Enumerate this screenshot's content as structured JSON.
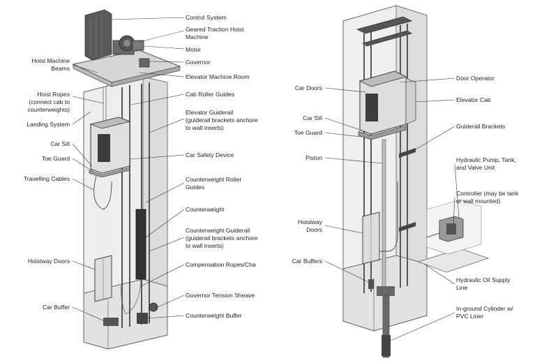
{
  "traction": {
    "labels": {
      "control_system": "Control System",
      "geared_hoist_1": "Geared Traction Hoist",
      "geared_hoist_2": "Machine",
      "motor": "Motor",
      "governor": "Governor",
      "machine_room": "Elevator Machine Room",
      "cab_roller_guides": "Cab Roller Guides",
      "guiderail_1": "Elevator Guiderail",
      "guiderail_2": "(guiderail brackets anchore",
      "guiderail_3": "to wall inserts)",
      "car_safety": "Car Safety Device",
      "cw_roller_1": "Counterweight Roller",
      "cw_roller_2": "Guides",
      "counterweight": "Counterweight",
      "cw_guiderail_1": "Counterweight Guiderail",
      "cw_guiderail_2": "(guiderail brackets anchore",
      "cw_guiderail_3": "to wall inserts)",
      "compensation": "Compensation Ropes/Cha",
      "gov_tension": "Governor Tension Sheave",
      "cw_buffer": "Counterweight Buffer",
      "hoist_beams_1": "Hoist Machine",
      "hoist_beams_2": "Beams",
      "hoist_ropes_1": "Hoist Ropes",
      "hoist_ropes_2": "(connect cab to",
      "hoist_ropes_3": "counterweights)",
      "landing": "Landing System",
      "car_sill": "Car Sill",
      "toe_guard": "Toe Guard",
      "travel_cables": "Travelling Cables",
      "hoistway_doors": "Hoistway Doors",
      "car_buffer": "Car Buffer"
    }
  },
  "hydraulic": {
    "labels": {
      "car_doors": "Car Doors",
      "car_sill": "Car Sill",
      "toe_guard": "Toe Guard",
      "piston": "Piston",
      "hoistway_doors_1": "Hoistway",
      "hoistway_doors_2": "Doors",
      "car_buffers": "Car Buffers",
      "door_operator": "Door Operator",
      "elevator_cab": "Elevator Cab",
      "guiderail_brackets": "Guiderail Brackets",
      "pump_1": "Hydraulic Pump, Tank,",
      "pump_2": "and Valve Unit",
      "controller_1": "Controller (may be tank",
      "controller_2": "or wall mounted)",
      "oil_line_1": "Hydraulic Oil Supply",
      "oil_line_2": "Line",
      "cylinder_1": "In-ground Cylinder w/",
      "cylinder_2": "PVC Liner"
    }
  },
  "colors": {
    "line": "#444444",
    "light_fill": "#e9e9e9",
    "mid_fill": "#c8c8c8",
    "dark_fill": "#4a4a4a"
  }
}
